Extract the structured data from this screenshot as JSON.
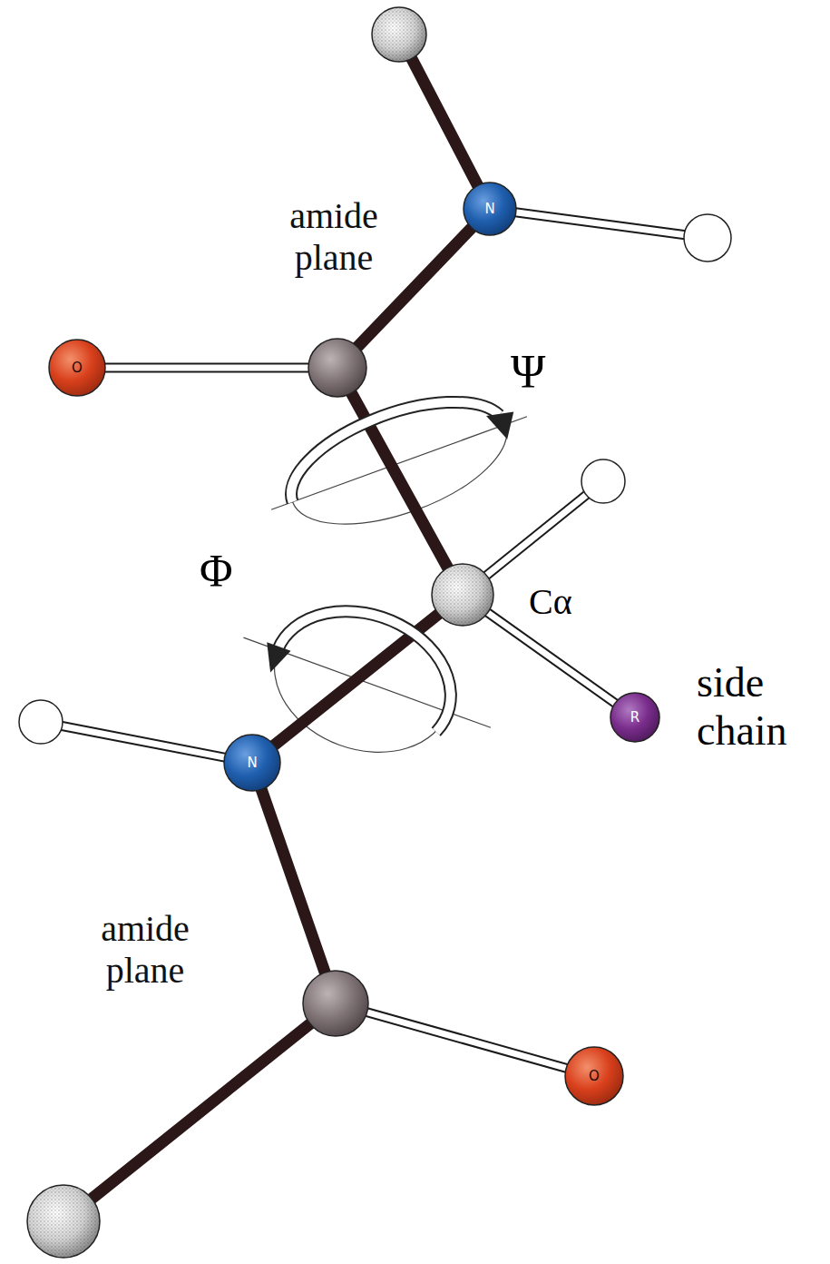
{
  "diagram": {
    "nodes": [
      {
        "text": [
          "amide plane"
        ]
      },
      {
        "text": [
          "N"
        ],
        "in": 0
      },
      {
        "text": [
          "O"
        ],
        "in": 0
      },
      {
        "text": [
          "amide plane"
        ]
      },
      {
        "text": [
          "N"
        ],
        "in": 3
      },
      {
        "text": [
          "O"
        ],
        "in": 3
      },
      {
        "text": [
          "R"
        ]
      }
    ],
    "labels": [
      "Ψ",
      "Φ",
      "Cα",
      "side chain"
    ]
  }
}
